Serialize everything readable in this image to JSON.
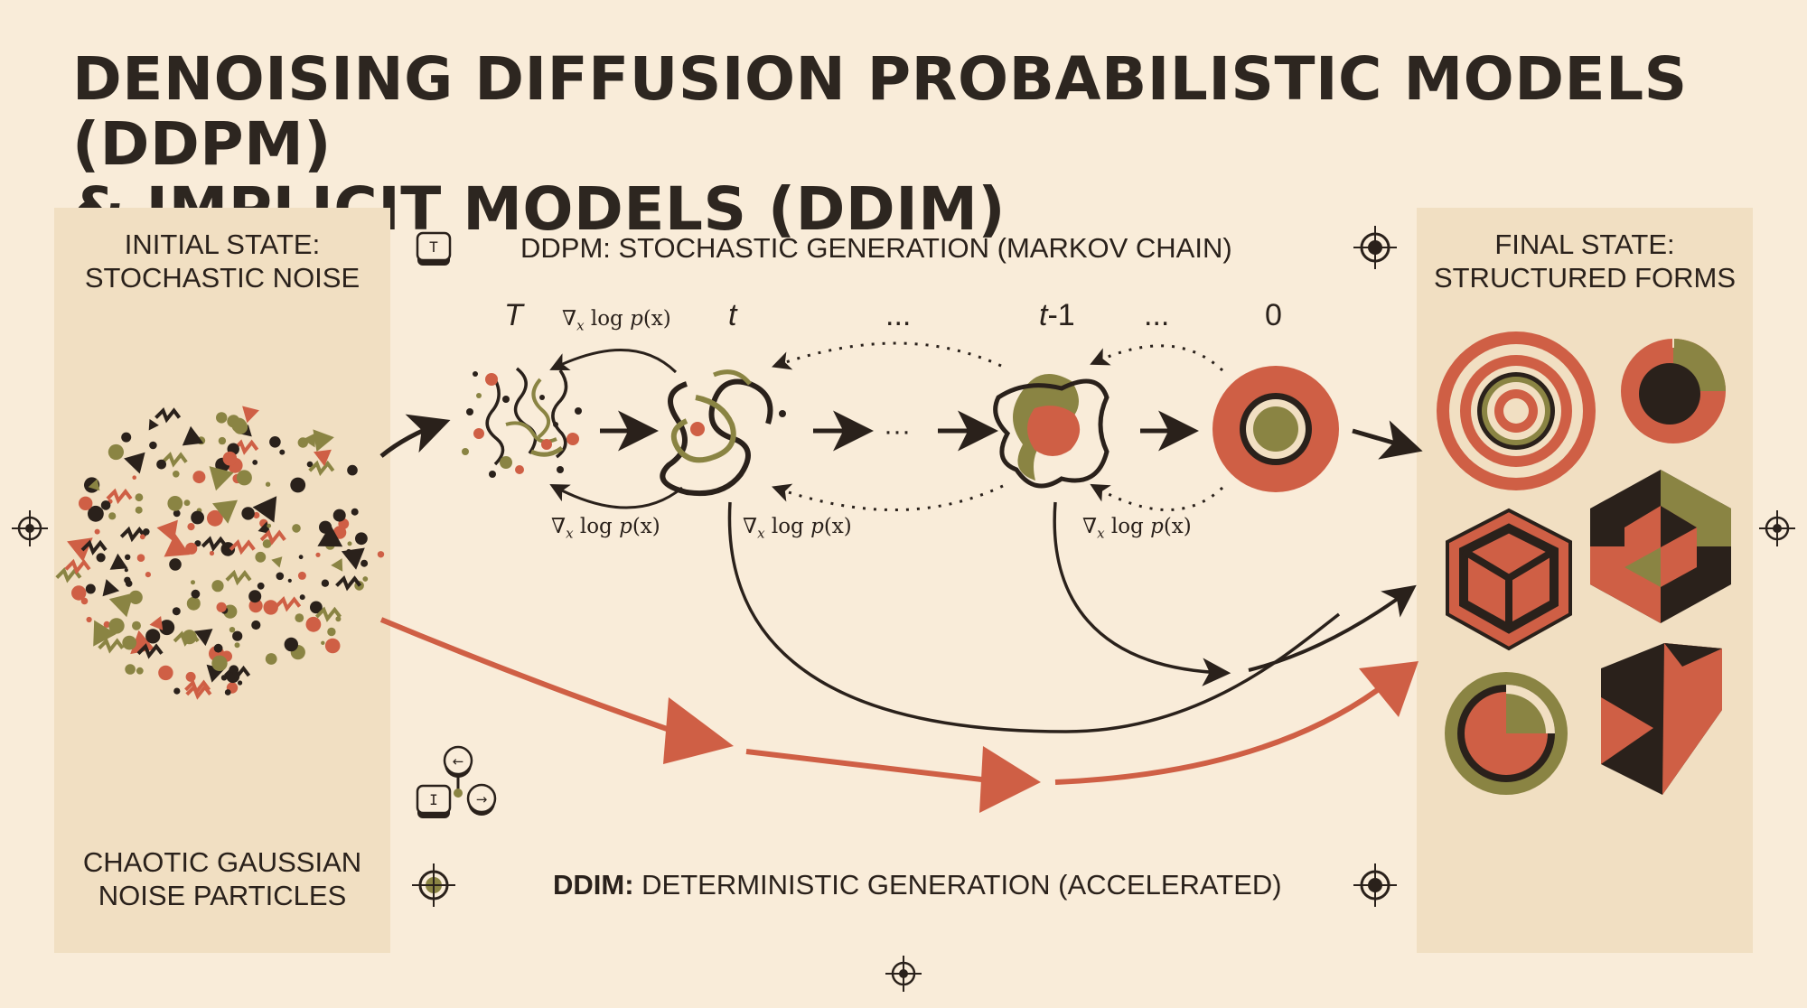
{
  "title": {
    "line1": "DENOISING DIFFUSION PROBABILISTIC MODELS (DDPM)",
    "line2": "& IMPLICIT MODELS (DDIM)"
  },
  "left_panel": {
    "heading_line1": "INITIAL STATE:",
    "heading_line2": "STOCHASTIC NOISE",
    "caption_line1": "CHAOTIC GAUSSIAN",
    "caption_line2": "NOISE PARTICLES"
  },
  "right_panel": {
    "heading_line1": "FINAL STATE:",
    "heading_line2": "STRUCTURED FORMS"
  },
  "ddpm": {
    "label": "DDPM: STOCHASTIC GENERATION (MARKOV CHAIN)",
    "steps": [
      "T",
      "t",
      "...",
      "t",
      "-1",
      "...",
      "0"
    ],
    "ellipsis": "···",
    "score_nabla": "∇",
    "score_sub": "x",
    "score_text": " log ",
    "score_p": "p",
    "score_arg": "(x)"
  },
  "ddim": {
    "prefix": "DDIM:",
    "label": " DETERMINISTIC GENERATION (ACCELERATED)"
  },
  "icons": {
    "key_t": "T",
    "key_i": "I",
    "key_left": "←",
    "key_right": "→"
  },
  "colors": {
    "background": "#f9ecd9",
    "panel": "#f1dfc2",
    "dark": "#2a211b",
    "terracotta": "#cf5f45",
    "olive": "#8a8443"
  }
}
